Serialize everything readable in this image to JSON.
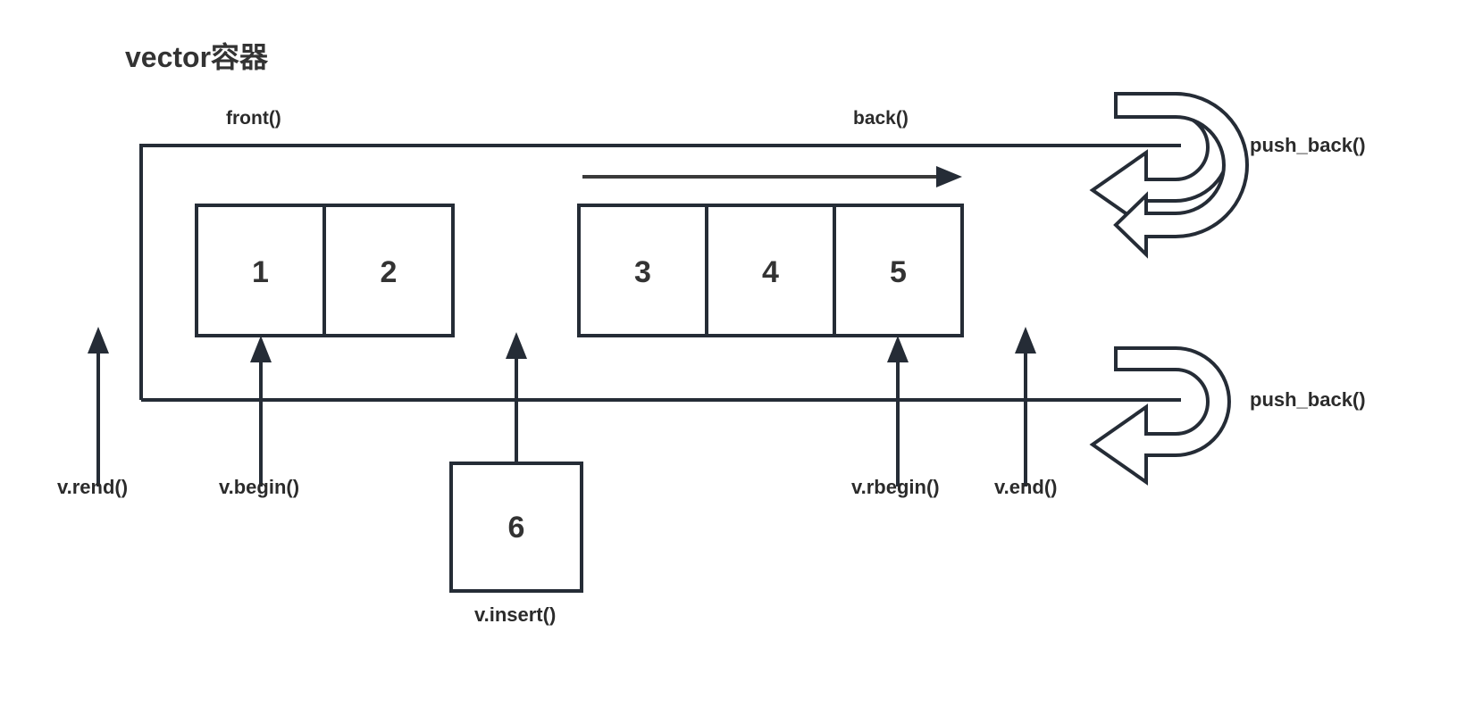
{
  "diagram": {
    "title": "vector容器",
    "accent_color": "#252c36",
    "text_color": "#2b2b2b",
    "background": "#ffffff",
    "cells_left": [
      {
        "value": "1"
      },
      {
        "value": "2"
      }
    ],
    "cells_right": [
      {
        "value": "3"
      },
      {
        "value": "4"
      },
      {
        "value": "5"
      }
    ],
    "insert_cell": {
      "value": "6"
    },
    "labels": {
      "front": "front()",
      "back": "back()",
      "push_back_top": "push_back()",
      "push_back_bottom": "push_back()",
      "rend": "v.rend()",
      "begin": "v.begin()",
      "insert": "v.insert()",
      "rbegin": "v.rbegin()",
      "end": "v.end()"
    }
  }
}
